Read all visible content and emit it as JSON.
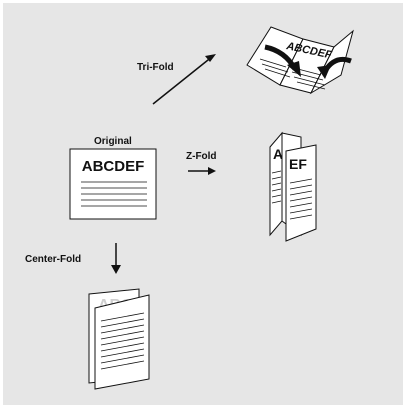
{
  "labels": {
    "tri_fold": "Tri-Fold",
    "original": "Original",
    "z_fold": "Z-Fold",
    "center_fold": "Center-Fold"
  },
  "sheet_text": {
    "original": "ABCDEF",
    "tri_fold": "ABCDEF",
    "z_fold_left": "A",
    "z_fold_right": "EF",
    "center_fold": "ABC"
  },
  "colors": {
    "background": "#e6e6e6",
    "paper": "#ffffff",
    "ink": "#111111",
    "faded_text": "#cfcfcf"
  }
}
